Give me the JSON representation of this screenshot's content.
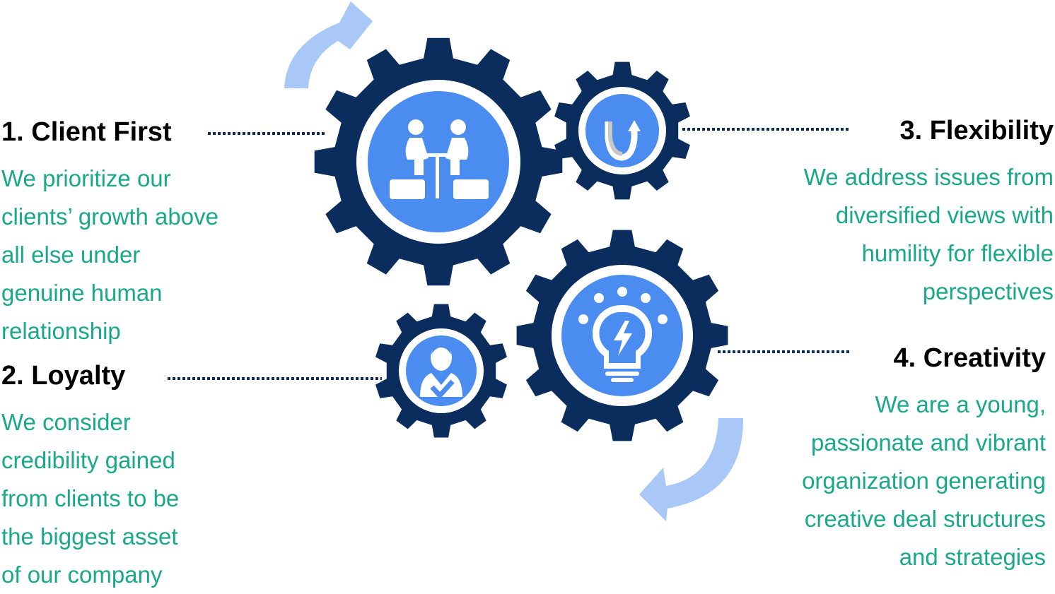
{
  "colors": {
    "gear": "#0b2d5e",
    "gear_center": "#4a8cf0",
    "arrow": "#a9c8f7",
    "heading": "#000000",
    "description": "#1aa88a"
  },
  "values": [
    {
      "heading": "1. Client First",
      "description": [
        "We prioritize our",
        "clients’ growth above",
        "all else under",
        "genuine human",
        "relationship"
      ],
      "icon": "meeting-icon"
    },
    {
      "heading": "2. Loyalty",
      "description": [
        "We consider",
        "credibility gained",
        "from clients to be",
        "the biggest asset",
        "of our company"
      ],
      "icon": "person-check-icon"
    },
    {
      "heading": "3. Flexibility",
      "description": [
        "We address issues from",
        "diversified views with",
        "humility for flexible",
        "perspectives"
      ],
      "icon": "u-turn-icon"
    },
    {
      "heading": "4. Creativity",
      "description": [
        "We are a young,",
        "passionate and vibrant",
        "organization generating",
        "creative deal structures",
        "and strategies"
      ],
      "icon": "lightbulb-icon"
    }
  ]
}
